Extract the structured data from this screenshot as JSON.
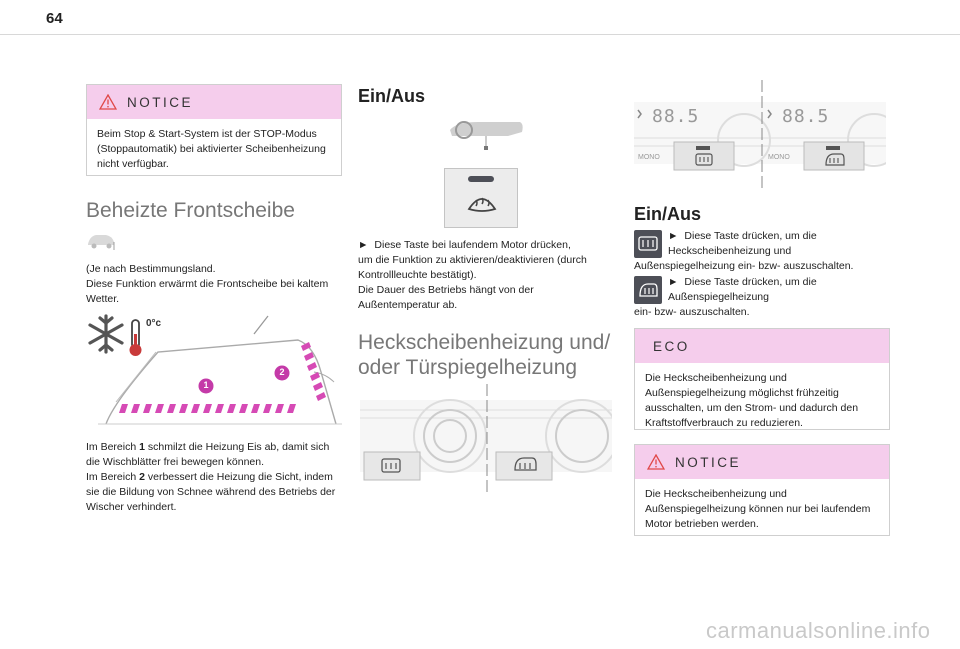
{
  "page": {
    "number": "64"
  },
  "notice1": {
    "title": "NOTICE",
    "text": "Beim Stop & Start-System ist der STOP-Modus\n(Stoppautomatik) bei aktivierter Scheibenheizung\nnicht verfügbar."
  },
  "frontscreen": {
    "heading": "Beheizte Frontscheibe",
    "intro": "(Je nach Bestimmungsland.\nDiese Funktion erwärmt die Frontscheibe bei kaltem\nWetter.",
    "illus_temp": "0°c",
    "zone1": "1",
    "zone2": "2",
    "zones_l1_a": "Im Bereich ",
    "zones_l1_num": "1",
    "zones_l1_b": " schmilzt die Heizung Eis ab, damit sich",
    "zones_l2": "die Wischblätter frei bewegen können.",
    "zones_l3_a": "Im Bereich ",
    "zones_l3_num": "2",
    "zones_l3_b": " verbessert die Heizung die Sicht, indem",
    "zones_l4": "sie die Bildung von Schnee während des Betriebs der",
    "zones_l5": "Wischer verhindert."
  },
  "onoff1": {
    "heading": "Ein/Aus",
    "bullet": "►",
    "text_l1": "Diese Taste bei laufendem Motor drücken,",
    "text_rest": "um die Funktion zu aktivieren/deaktivieren (durch\nKontrollleuchte bestätigt).\nDie Dauer des Betriebs hängt von der\nAußentemperatur ab."
  },
  "rear": {
    "heading": "Heckscheibenheizung und/\noder Türspiegelheizung"
  },
  "panel": {
    "display": "88.5",
    "mono": "MONO"
  },
  "onoff2": {
    "heading": "Ein/Aus",
    "b1_l1": "Diese Taste drücken, um die",
    "b1_l2": "Heckscheibenheizung und",
    "b1_l3": "Außenspiegelheizung ein- bzw- auszuschalten.",
    "b2_l1": "Diese Taste drücken, um die",
    "b2_l2": "Außenspiegelheizung",
    "b2_l3": "ein- bzw- auszuschalten."
  },
  "eco": {
    "title": "ECO",
    "text": "Die Heckscheibenheizung und\nAußenspiegelheizung möglichst frühzeitig\nausschalten, um den Strom- und dadurch den\nKraftstoffverbrauch zu reduzieren."
  },
  "notice2": {
    "title": "NOTICE",
    "text": "Die Heckscheibenheizung und\nAußenspiegelheizung können nur bei laufendem\nMotor betrieben werden."
  },
  "footer": {
    "text": "carmanualsonline.info"
  },
  "colors": {
    "accent_pink": "#f5cdec",
    "stripe_magenta": "#d64ab5",
    "button_dark": "#4d4f57"
  }
}
